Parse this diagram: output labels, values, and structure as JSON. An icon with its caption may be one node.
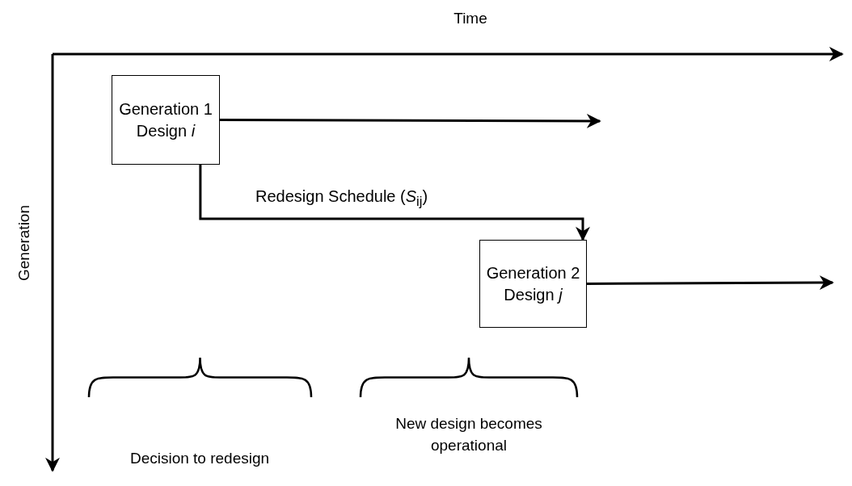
{
  "diagram": {
    "nodes": [
      {
        "text": [
          "Generation 1 Design *i*"
        ]
      },
      {
        "text": [
          "Generation 2 Design *j*"
        ]
      }
    ],
    "edges": [
      {
        "from": 0,
        "to": 1,
        "arrow": "to",
        "label": "Redesign Schedule (*S*$_{ij}$)"
      },
      {
        "from": 0,
        "to": null,
        "arrow": "to"
      },
      {
        "from": 1,
        "to": null,
        "arrow": "to"
      }
    ],
    "labels": [
      "Time",
      "Generation",
      "Decision to redesign",
      "New design becomes operational"
    ]
  }
}
